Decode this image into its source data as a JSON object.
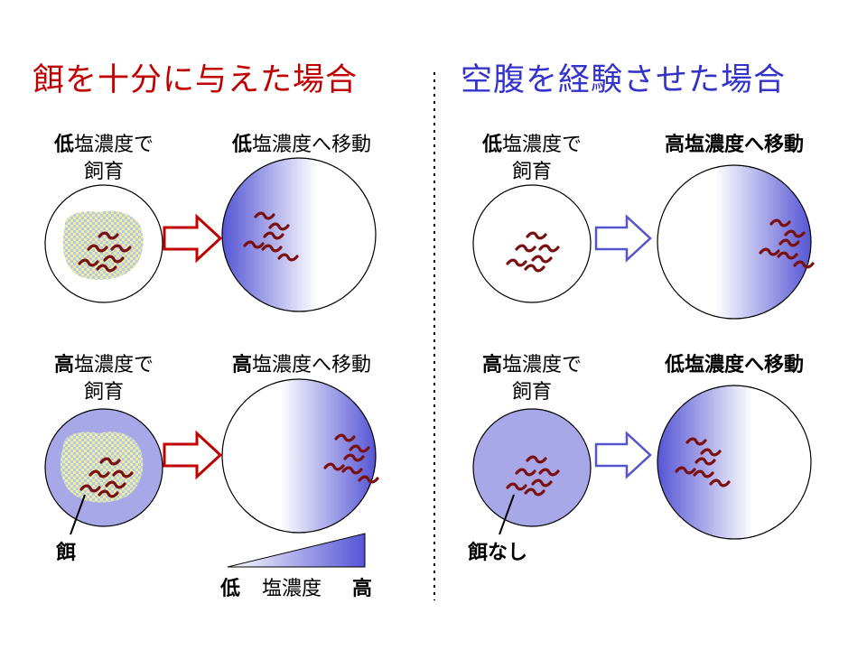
{
  "titles": {
    "left": "餌を十分に与えた場合",
    "right": "空腹を経験させた場合",
    "left_color": "#c00000",
    "right_color": "#3333cc"
  },
  "panels": {
    "tl_rearing_1": "低",
    "tl_rearing_2": "塩濃度で",
    "tl_rearing_3": "飼育",
    "tl_move_1": "低",
    "tl_move_2": "塩濃度へ移動",
    "bl_rearing_1": "高",
    "bl_rearing_2": "塩濃度で",
    "bl_rearing_3": "飼育",
    "bl_move_1": "高",
    "bl_move_2": "塩濃度へ移動",
    "tr_rearing_1": "低",
    "tr_rearing_2": "塩濃度で",
    "tr_rearing_3": "飼育",
    "tr_move": "高塩濃度へ移動",
    "br_rearing_1": "高",
    "br_rearing_2": "塩濃度で",
    "br_rearing_3": "飼育",
    "br_move": "低塩濃度へ移動"
  },
  "callouts": {
    "food": "餌",
    "no_food": "餌なし"
  },
  "legend": {
    "low": "低",
    "label": "塩濃度",
    "high": "高",
    "gradient_color": "#5555d5"
  },
  "colors": {
    "worm": "#7a1010",
    "arrow_red": "#c00000",
    "arrow_blue": "#5555cc",
    "high_salt_plate": "#a8a8e8"
  }
}
